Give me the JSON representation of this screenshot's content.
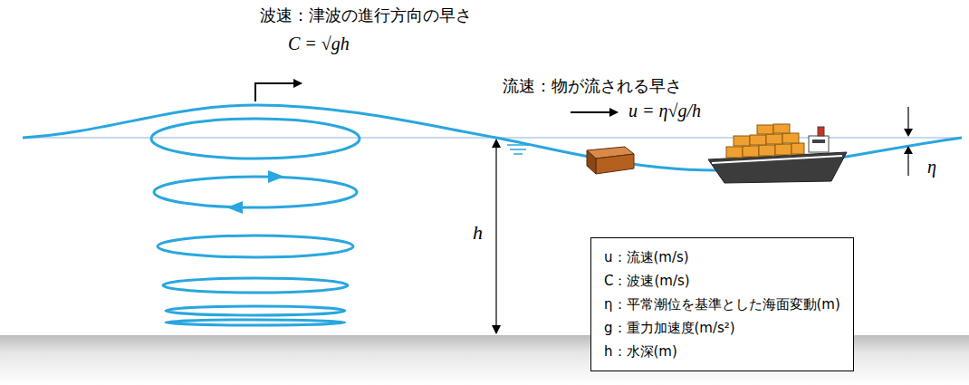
{
  "diagram": {
    "nodes": [
      {
        "text": [
          "u：流速(m/s)",
          "C：波速(m/s)",
          "η：平常潮位を基準とした海面変動(m)",
          "g：重力加速度(m/s²)",
          "h：水深(m)"
        ]
      }
    ],
    "labels": [
      "波速：津波の進行方向の早さ",
      "C = √gh",
      "流速：物が流される早さ",
      "u = η√g/h",
      "h",
      "η"
    ]
  }
}
